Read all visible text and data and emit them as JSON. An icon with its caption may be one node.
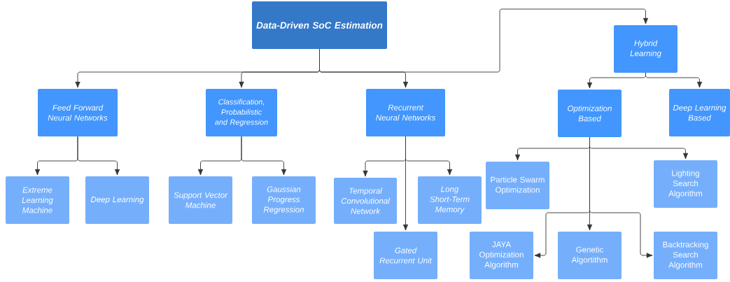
{
  "diagram": {
    "nodes": [
      {
        "text": [
          "Data-Driven SoC Estimation"
        ]
      },
      {
        "text": [
          "Feed Forward Neural Networks"
        ]
      },
      {
        "text": [
          "Classification, Probabilistic and Regression"
        ]
      },
      {
        "text": [
          "Recurrent Neural Networks"
        ]
      },
      {
        "text": [
          "Hybrid Learning"
        ]
      },
      {
        "text": [
          "Optimization Based"
        ]
      },
      {
        "text": [
          "Deep Learning Based"
        ]
      },
      {
        "text": [
          "Extreme Learning Machine"
        ]
      },
      {
        "text": [
          "Deep Learning"
        ]
      },
      {
        "text": [
          "Support Vector Machine"
        ]
      },
      {
        "text": [
          "Gaussian Progress Regression"
        ]
      },
      {
        "text": [
          "Temporal Convolutional Network"
        ]
      },
      {
        "text": [
          "Long Short-Term Memory"
        ]
      },
      {
        "text": [
          "Gated Recurrent Unit"
        ]
      },
      {
        "text": [
          "Particle Swarm Optimization"
        ]
      },
      {
        "text": [
          "Lighting Search Algorithm"
        ]
      },
      {
        "text": [
          "JAYA Optimization Algorithm"
        ]
      },
      {
        "text": [
          "Genetic Algortithm"
        ]
      },
      {
        "text": [
          "Backtracking Search Algorithm"
        ]
      }
    ],
    "edges": [
      {
        "from": 0,
        "to": 1,
        "arrow": "to"
      },
      {
        "from": 0,
        "to": 2,
        "arrow": "to"
      },
      {
        "from": 0,
        "to": 3,
        "arrow": "to"
      },
      {
        "from": 0,
        "to": 4,
        "arrow": "to"
      },
      {
        "from": 1,
        "to": 7,
        "arrow": "to"
      },
      {
        "from": 1,
        "to": 8,
        "arrow": "to"
      },
      {
        "from": 2,
        "to": 9,
        "arrow": "to"
      },
      {
        "from": 2,
        "to": 10,
        "arrow": "to"
      },
      {
        "from": 3,
        "to": 11,
        "arrow": "to"
      },
      {
        "from": 3,
        "to": 13,
        "arrow": "to"
      },
      {
        "from": 3,
        "to": 12,
        "arrow": "to"
      },
      {
        "from": 4,
        "to": 5,
        "arrow": "to"
      },
      {
        "from": 4,
        "to": 6,
        "arrow": "to"
      },
      {
        "from": 5,
        "to": 14,
        "arrow": "to"
      },
      {
        "from": 5,
        "to": 15,
        "arrow": "to"
      },
      {
        "from": 5,
        "to": 16,
        "arrow": "to"
      },
      {
        "from": 5,
        "to": 17,
        "arrow": "to"
      },
      {
        "from": 5,
        "to": 18,
        "arrow": "to"
      }
    ]
  }
}
